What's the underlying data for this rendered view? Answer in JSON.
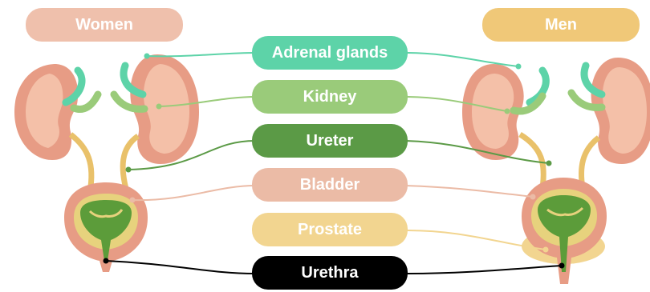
{
  "headers": {
    "women": "Women",
    "men": "Men"
  },
  "labels": [
    {
      "key": "adrenal",
      "text": "Adrenal glands",
      "color": "#5DD3A8"
    },
    {
      "key": "kidney",
      "text": "Kidney",
      "color": "#9ACB7A"
    },
    {
      "key": "ureter",
      "text": "Ureter",
      "color": "#5B9A46"
    },
    {
      "key": "bladder",
      "text": "Bladder",
      "color": "#EBBBA6"
    },
    {
      "key": "prostate",
      "text": "Prostate",
      "color": "#F2D590"
    },
    {
      "key": "urethra",
      "text": "Urethra",
      "color": "#000000"
    }
  ],
  "colors": {
    "women_header": "#EFC0AC",
    "men_header": "#F0C878",
    "kidney": "#E79C85",
    "kidney_light": "#F4C0A8",
    "ureter": "#E9C16A",
    "bladder_inner": "#5C9C3A",
    "bladder_mid": "#E7D27D"
  }
}
